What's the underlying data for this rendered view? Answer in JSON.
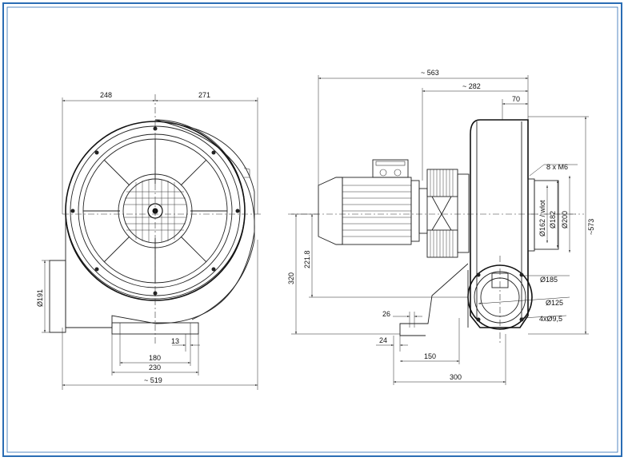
{
  "colors": {
    "border": "#2a6db4",
    "line": "#222222",
    "background": "#ffffff"
  },
  "front_view": {
    "dim_top_left": "248",
    "dim_top_right": "271",
    "dim_inlet_height": "Ø191",
    "dim_bottom_13": "13",
    "dim_bottom_180": "180",
    "dim_bottom_230": "230",
    "dim_overall_width": "~ 519"
  },
  "side_view": {
    "dim_overall_length": "~ 563",
    "dim_282": "~ 282",
    "dim_70": "70",
    "dim_bolts": "8 x M6",
    "dim_162": "Ø162 / wlot",
    "dim_182": "Ø182",
    "dim_200": "Ø200",
    "dim_573": "~573",
    "dim_221_8": "221.8",
    "dim_320": "320",
    "dim_26": "26",
    "dim_24": "24",
    "dim_150": "150",
    "dim_300": "300",
    "dim_185": "Ø185",
    "dim_125": "Ø125",
    "dim_holes": "4xØ9,5"
  }
}
